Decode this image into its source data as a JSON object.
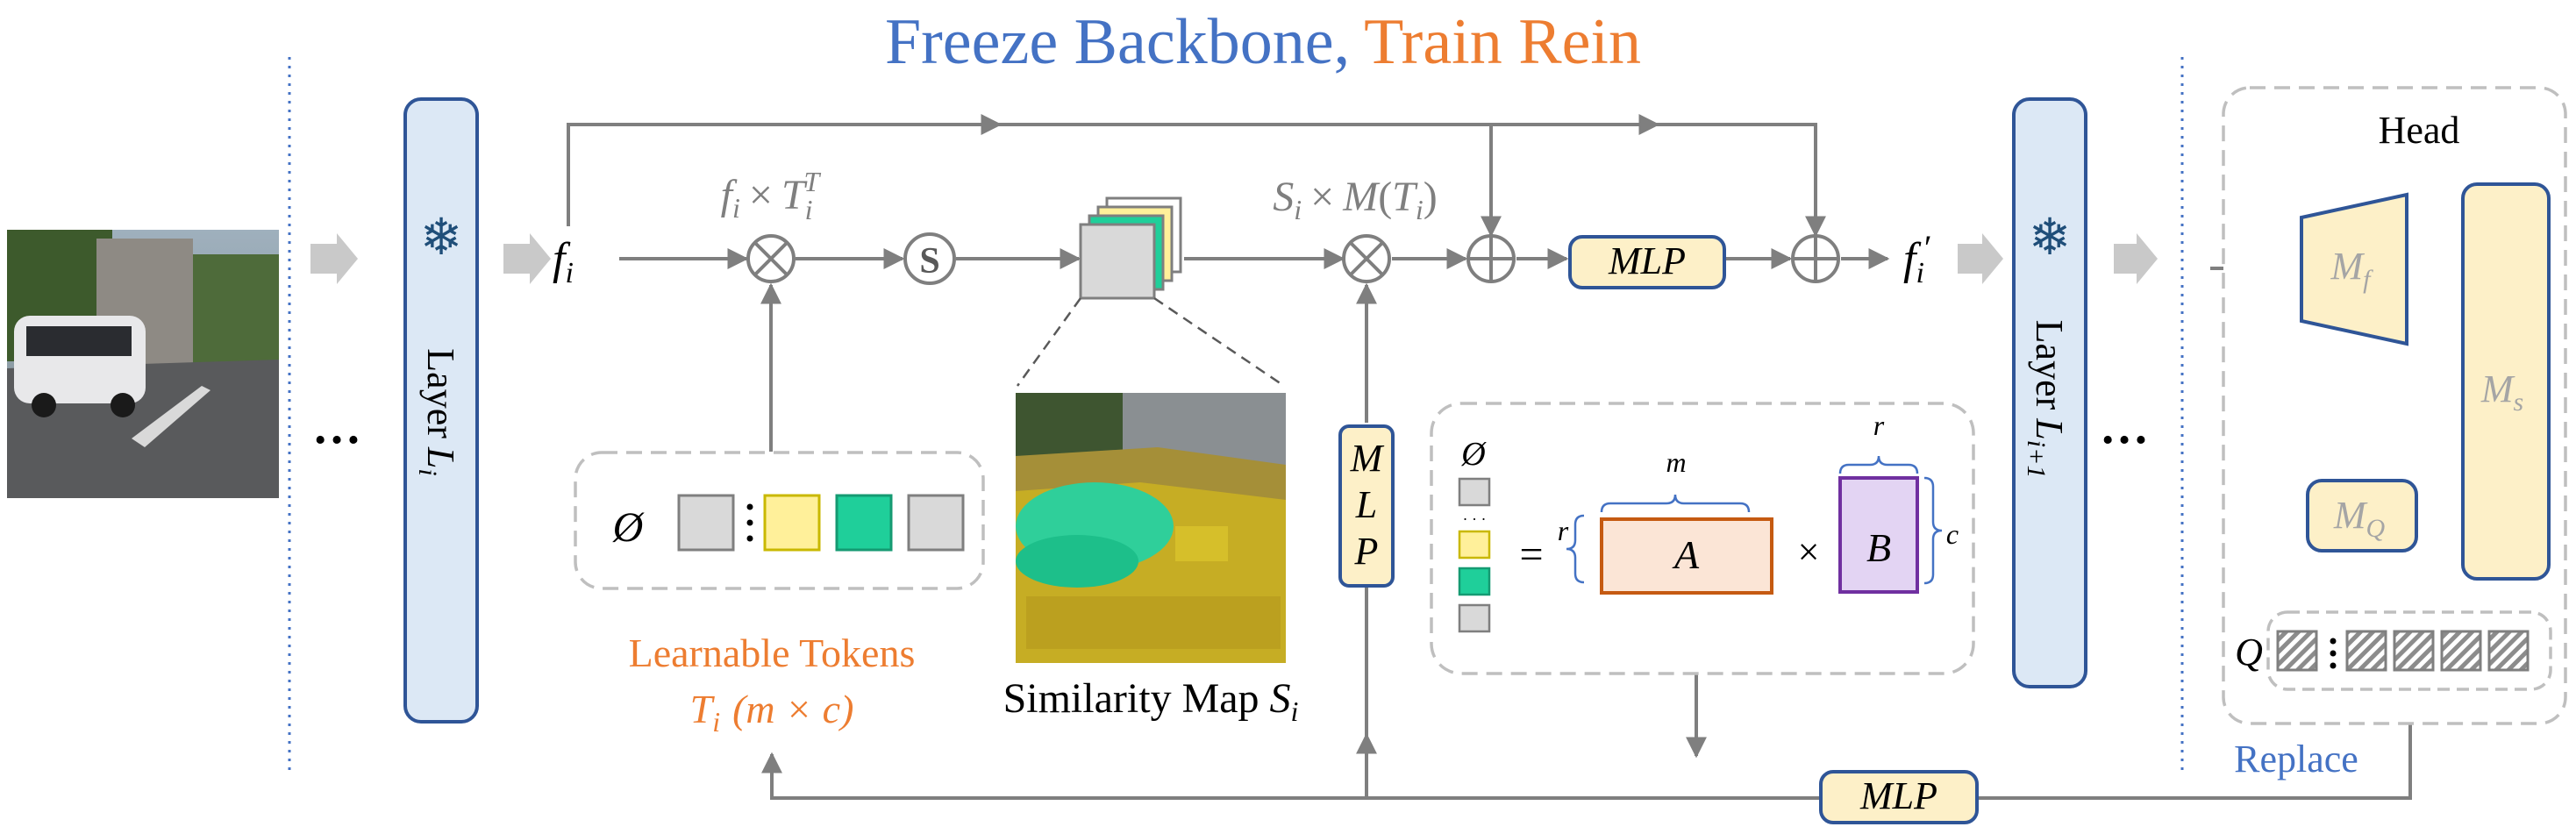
{
  "title": {
    "part1": "Freeze Backbone,",
    "part2": "Train Rein",
    "colors": {
      "freeze": "#4472c4",
      "train": "#ed7d31"
    }
  },
  "layers": {
    "layer_i": {
      "word": "Layer",
      "var": "L",
      "sub": "i"
    },
    "layer_i1": {
      "word": "Layer",
      "var": "L",
      "sub": "i+1"
    },
    "snowflake": "❄"
  },
  "ellipsis": "…",
  "features": {
    "f_i": "f",
    "f_i_sub": "i",
    "f_i_prime": "f",
    "f_i_prime_sub": "i",
    "prime": "′"
  },
  "formulas": {
    "f_times_T": {
      "f": "f",
      "fsub": "i",
      "times": "×",
      "T": "T",
      "Tsub": "i",
      "Tsup": "T"
    },
    "S_times_M": {
      "S": "S",
      "Ssub": "i",
      "times": "×",
      "M": "M",
      "open": "(",
      "T": "T",
      "Tsub": "i",
      "close": ")"
    }
  },
  "ops": {
    "softmax": "S",
    "empty_set": "Ø"
  },
  "mlp": {
    "label": "MLP",
    "vertical": [
      "M",
      "L",
      "P"
    ]
  },
  "learnable_tokens": {
    "line1": "Learnable Tokens",
    "T": "T",
    "Tsub": "i",
    "dims": "(m × c)"
  },
  "similarity_map": {
    "label": "Similarity Map",
    "var": "S",
    "sub": "i"
  },
  "low_rank": {
    "eq": "=",
    "r_left": "r",
    "m": "m",
    "A": "A",
    "times": "×",
    "B": "B",
    "r_top": "r",
    "c": "c",
    "dots": "· · ·"
  },
  "head": {
    "title": "Head",
    "Mf": "M",
    "Mf_sub": "f",
    "MQ": "M",
    "MQ_sub": "Q",
    "Ms": "M",
    "Ms_sub": "s",
    "Q": "Q",
    "replace": "Replace"
  },
  "colors": {
    "layer_fill": "#dce8f5",
    "layer_stroke": "#2f5597",
    "mlp_fill": "#fdf0c8",
    "mlp_stroke": "#2f5597",
    "token_gray": "#d9d9d9",
    "token_yellow": "#fff09a",
    "token_green": "#1fcf9a",
    "A_fill": "#fbe5d6",
    "A_stroke": "#c55a11",
    "B_fill": "#e3d4f3",
    "B_stroke": "#7030a0",
    "arrow": "#808080",
    "orange": "#ed7d31",
    "blue": "#4472c4"
  }
}
